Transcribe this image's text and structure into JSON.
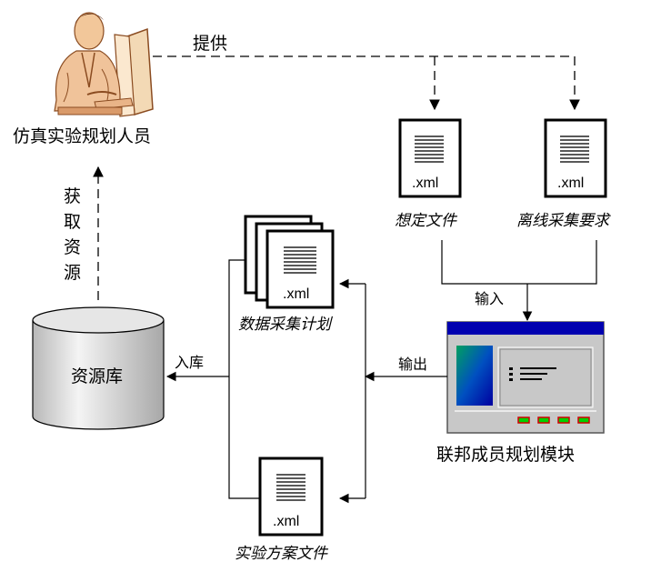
{
  "person": {
    "label": "仿真实验规划人员"
  },
  "provide_label": "提供",
  "get_resource_label": [
    "获",
    "取",
    "资",
    "源"
  ],
  "database": {
    "label": "资源库"
  },
  "store_label": "入库",
  "input_label": "输入",
  "output_label": "输出",
  "module": {
    "label": "联邦成员规划模块"
  },
  "docs": {
    "scenario": {
      "ext": ".xml",
      "caption": "想定文件"
    },
    "offline": {
      "ext": ".xml",
      "caption": "离线采集要求"
    },
    "plan": {
      "ext": ".xml",
      "caption": "数据采集计划"
    },
    "experiment": {
      "ext": ".xml",
      "caption": "实验方案文件"
    }
  }
}
